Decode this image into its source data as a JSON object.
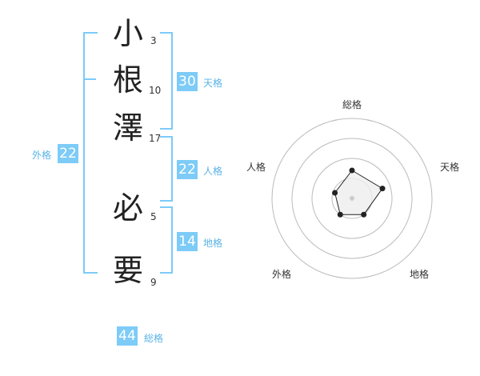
{
  "name": {
    "chars": [
      {
        "char": "小",
        "strokes": "3"
      },
      {
        "char": "根",
        "strokes": "10"
      },
      {
        "char": "澤",
        "strokes": "17"
      },
      {
        "char": "必",
        "strokes": "5"
      },
      {
        "char": "要",
        "strokes": "9"
      }
    ]
  },
  "kaku": {
    "tenkaku": {
      "value": "30",
      "label": "天格"
    },
    "jinkaku": {
      "value": "22",
      "label": "人格"
    },
    "chikaku": {
      "value": "14",
      "label": "地格"
    },
    "gaikaku": {
      "value": "22",
      "label": "外格"
    },
    "soukaku": {
      "value": "44",
      "label": "総格"
    }
  },
  "chart_data": {
    "type": "radar",
    "axes": [
      "総格",
      "天格",
      "地格",
      "外格",
      "人格"
    ],
    "rings": 4,
    "ylim": [
      0,
      4
    ],
    "series": [
      {
        "values": [
          1.4,
          1.6,
          1.0,
          1.0,
          0.9
        ]
      }
    ],
    "center_marker": true
  },
  "colors": {
    "accent": "#7dcbf7",
    "accent_text": "#5ab3e6",
    "grid": "#bbbbbb",
    "poly_fill": "#eeeeee"
  }
}
